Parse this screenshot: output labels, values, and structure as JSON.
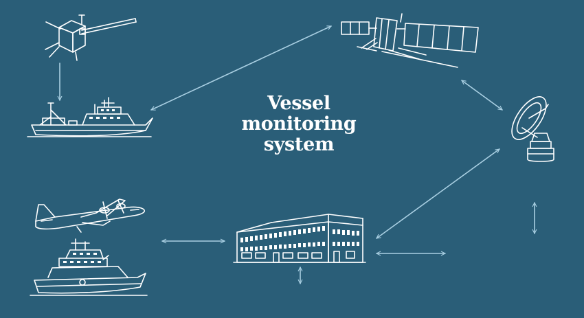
{
  "diagram": {
    "title_lines": [
      "Vessel",
      "monitoring",
      "system"
    ]
  },
  "colors": {
    "background": "#2a5e78",
    "drawing": "#ffffff",
    "arrows": "#a9cfe2"
  },
  "icons": [
    "small-satellite-icon",
    "fishing-vessel-icon",
    "earth-observation-satellite-icon",
    "ground-station-dish-icon",
    "patrol-aircraft-icon",
    "patrol-boat-icon",
    "monitoring-centre-building-icon"
  ]
}
